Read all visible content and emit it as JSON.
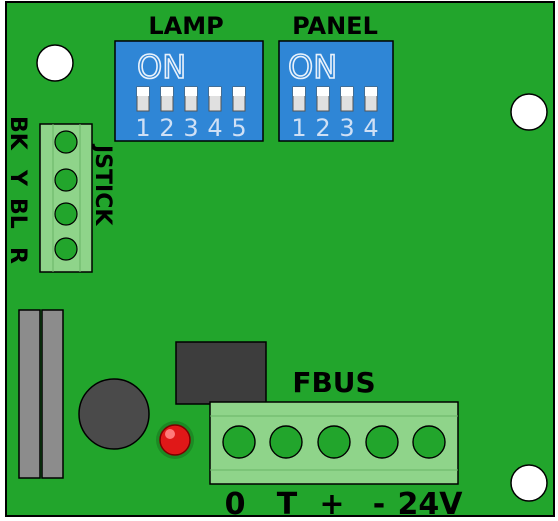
{
  "colors": {
    "board": "#22a52c",
    "board_edge": "#000000",
    "dip_body": "#2f86d6",
    "dip_switch": "#e0e0e0",
    "terminal_block": "#8fd48a",
    "terminal_hole": "#22a52c",
    "relay_gray": "#8c8c8c",
    "buzzer": "#4a4a4a",
    "ic_block": "#3d3d3d",
    "led": "#e01818"
  },
  "lamp_switch": {
    "title": "LAMP",
    "on_label": "ON",
    "numbers": [
      "1",
      "2",
      "3",
      "4",
      "5"
    ]
  },
  "panel_switch": {
    "title": "PANEL",
    "on_label": "ON",
    "numbers": [
      "1",
      "2",
      "3",
      "4"
    ]
  },
  "joystick": {
    "connector_label": "JSTICK",
    "pin_labels": [
      "BK",
      "Y",
      "BL",
      "R"
    ]
  },
  "fbus": {
    "title": "FBUS",
    "terminal_labels": [
      "0",
      "T",
      "+",
      "-",
      "24V"
    ]
  }
}
